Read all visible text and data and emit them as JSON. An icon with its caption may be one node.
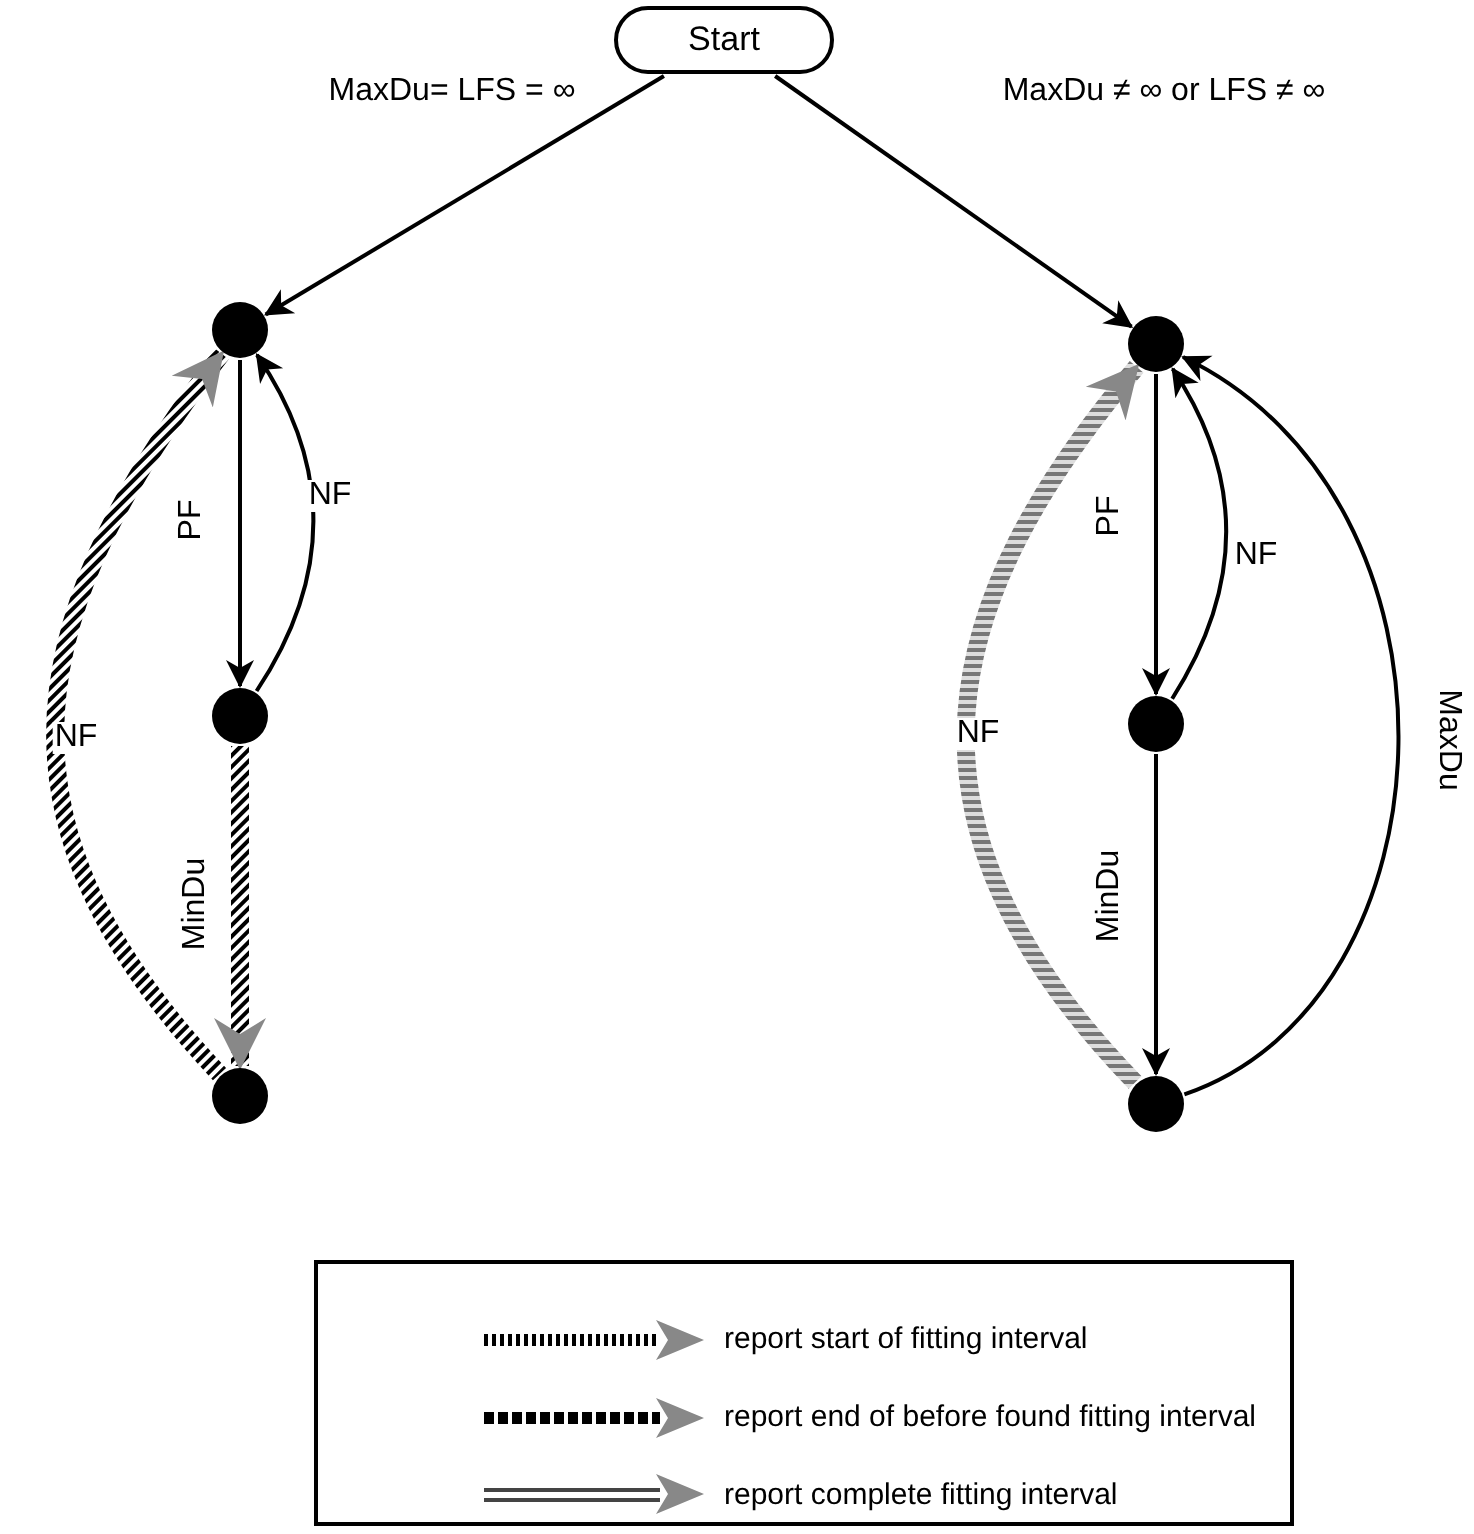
{
  "diagram": {
    "nodes": [
      {
        "text": [
          "Start"
        ]
      },
      {
        "text": [],
        "shape": "circle"
      },
      {
        "text": [],
        "shape": "circle"
      },
      {
        "text": [],
        "shape": "circle"
      },
      {
        "text": [],
        "shape": "circle"
      },
      {
        "text": [],
        "shape": "circle"
      },
      {
        "text": [],
        "shape": "circle"
      }
    ],
    "edges": [
      {
        "from": 0,
        "to": 1,
        "arrow": "to",
        "label": "MaxDu= LFS = ∞"
      },
      {
        "from": 0,
        "to": 4,
        "arrow": "to",
        "label": "MaxDu ≠ ∞ or LFS ≠ ∞"
      },
      {
        "from": 1,
        "to": 2,
        "arrow": "to",
        "label": "PF"
      },
      {
        "from": 2,
        "to": 1,
        "arrow": "to",
        "label": "NF"
      },
      {
        "from": 2,
        "to": 3,
        "arrow": "to",
        "label": "MinDu",
        "style": "thick"
      },
      {
        "from": 3,
        "to": 1,
        "arrow": "to",
        "label": "NF",
        "style": "thick"
      },
      {
        "from": 4,
        "to": 5,
        "arrow": "to",
        "label": "PF"
      },
      {
        "from": 5,
        "to": 4,
        "arrow": "to",
        "label": "NF"
      },
      {
        "from": 5,
        "to": 6,
        "arrow": "to",
        "label": "MinDu"
      },
      {
        "from": 6,
        "to": 4,
        "arrow": "to",
        "label": "NF",
        "style": "thick",
        "color": "#777777"
      },
      {
        "from": 6,
        "to": 4,
        "arrow": "to",
        "label": "MaxDu"
      }
    ],
    "legend": [
      {
        "text": "report start of fitting interval"
      },
      {
        "text": "report end of before found fitting interval"
      },
      {
        "text": "report complete fitting interval"
      }
    ]
  }
}
